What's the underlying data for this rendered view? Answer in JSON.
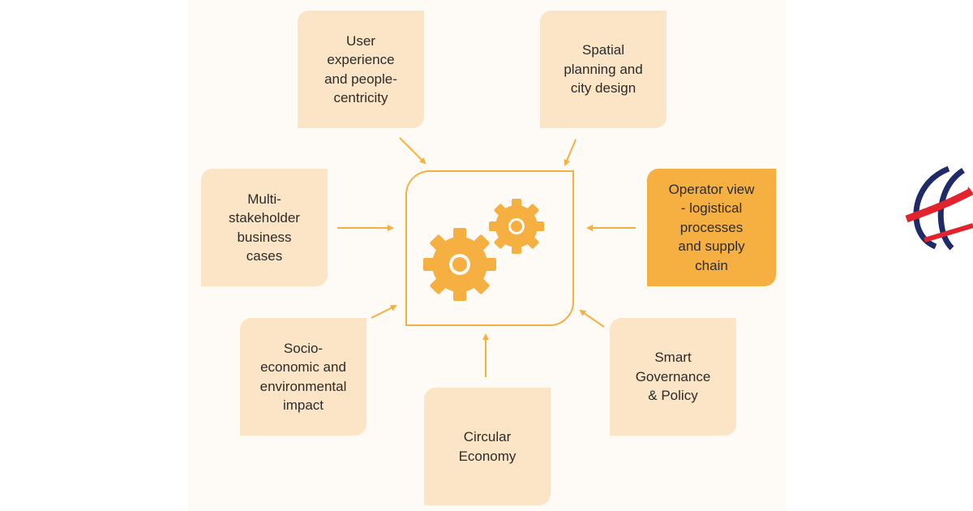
{
  "diagram": {
    "boxes": {
      "user_experience": "User\nexperience\nand people-\ncentricity",
      "spatial_planning": "Spatial\nplanning  and\ncity design",
      "multi_stakeholder": "Multi-\nstakeholder\nbusiness\ncases",
      "operator_view": "Operator view\n- logistical\nprocesses\nand supply\nchain",
      "socio_economic": "Socio-\neconomic and\nenvironmental\nimpact",
      "smart_governance": "Smart\nGovernance\n& Policy",
      "circular_economy": "Circular\nEconomy"
    },
    "center_icon": "gears-icon",
    "colors": {
      "box_fill": "#fbe5c6",
      "highlight_fill": "#f6b041",
      "accent": "#f6b041",
      "gear": "#f6b041"
    }
  },
  "logo": {
    "icon": "partial-globe-logo",
    "colors": [
      "#1f2a6b",
      "#e3232b"
    ]
  }
}
